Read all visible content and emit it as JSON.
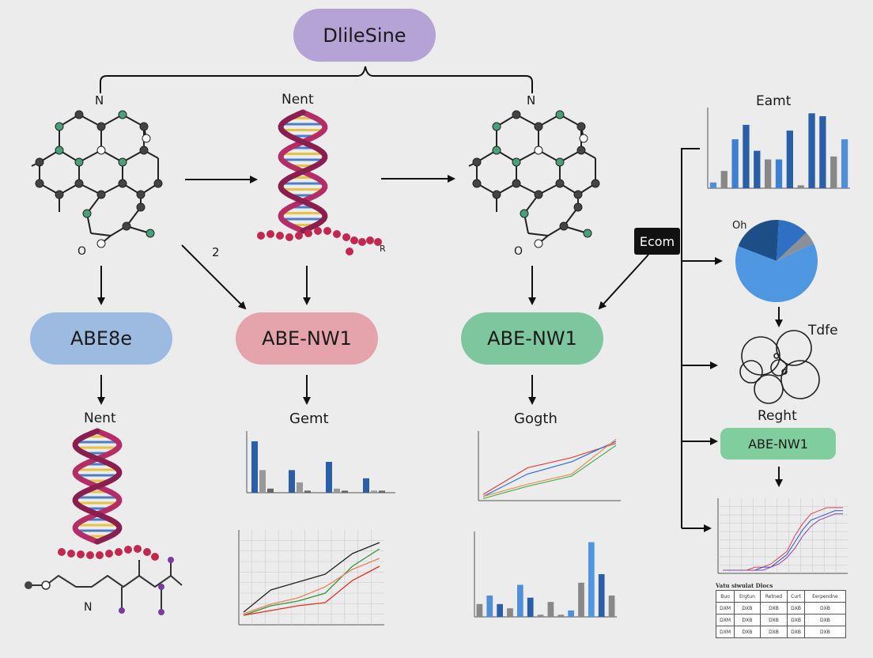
{
  "top": {
    "label": "DlileSine",
    "color": "#b4a3d4"
  },
  "labels": {
    "n_left": "N",
    "n_right": "N",
    "nent_top": "Nent",
    "nent_bottom": "Nent",
    "two": "2",
    "r": "R",
    "o_left": "O",
    "o_right": "O",
    "n_bottom": "N",
    "gemt": "Gemt",
    "gogth": "Gogth",
    "eamt": "Eamt",
    "oh": "Oh",
    "tdfe": "Tdfe",
    "reght": "Reght"
  },
  "pills": {
    "abe8e": {
      "label": "ABE8e",
      "color": "#9dbbe0"
    },
    "abe_nw1_mid": {
      "label": "ABE-NW1",
      "color": "#e5a3ab"
    },
    "abe_nw1_right": {
      "label": "ABE-NW1",
      "color": "#7ec69e"
    },
    "abe_nw1_side": {
      "label": "ABE-NW1",
      "color": "#80cd9d"
    }
  },
  "ecom": "Ecom",
  "table": {
    "title": "Vatu siwulat Dlocs",
    "rows": [
      [
        "Buo",
        "Ergtun",
        "Retned",
        "Curt",
        "Eerpendne"
      ],
      [
        "DXM",
        "DXB",
        "DXB",
        "DXB",
        "DXB"
      ],
      [
        "DXM",
        "DXB",
        "DXB",
        "DXB",
        "DXB"
      ],
      [
        "DXM",
        "DXB",
        "DXB",
        "DXB",
        "DXB"
      ]
    ]
  },
  "chart_data": [
    {
      "type": "bar",
      "title": "Eamt",
      "values": [
        2,
        6,
        17,
        22,
        13,
        10,
        10,
        20,
        1,
        26,
        25,
        11,
        17
      ],
      "colors": [
        "#4f8fd6",
        "#888888",
        "#3d7fd0",
        "#2a5fa8",
        "#2a5fa8",
        "#888888",
        "#3d7fd0",
        "#2a5fa8",
        "#888888",
        "#2a5fa8",
        "#2a5fa8",
        "#888888",
        "#4f8fd6"
      ],
      "ylim": [
        0,
        28
      ]
    },
    {
      "type": "pie",
      "title": "Oh",
      "values": [
        20,
        12,
        5,
        63
      ],
      "colors": [
        "#1d4f86",
        "#2f6fc4",
        "#8a9096",
        "#4f97e0"
      ]
    },
    {
      "type": "bar",
      "title": "Gemt",
      "series": [
        {
          "values": [
            25,
            11,
            15,
            7
          ]
        },
        {
          "values": [
            11,
            5,
            2,
            1
          ]
        },
        {
          "values": [
            2,
            1,
            1,
            1
          ]
        }
      ],
      "ylim": [
        0,
        30
      ]
    },
    {
      "type": "line",
      "title": "Gogth",
      "series": [
        {
          "color": "#e0443a",
          "values": [
            3,
            16,
            21,
            28
          ]
        },
        {
          "color": "#2f6fd6",
          "values": [
            2,
            13,
            19,
            29
          ]
        },
        {
          "color": "#e89050",
          "values": [
            2,
            8,
            13,
            30
          ]
        },
        {
          "color": "#4caf50",
          "values": [
            1,
            7,
            12,
            27
          ]
        }
      ],
      "ylim": [
        0,
        34
      ]
    },
    {
      "type": "bar",
      "values": [
        6,
        10,
        6,
        4,
        15,
        9,
        1,
        7,
        1,
        3,
        16,
        35,
        20,
        10
      ],
      "colors": [
        "#888888",
        "#4f8fd6",
        "#2a5fa8",
        "#888888",
        "#4f8fd6",
        "#2a5fa8",
        "#888888",
        "#888888",
        "#888888",
        "#4f8fd6",
        "#888888",
        "#4f97e0",
        "#2a5fa8",
        "#888888"
      ],
      "ylim": [
        0,
        40
      ]
    },
    {
      "type": "line",
      "series": [
        {
          "color": "#222222",
          "values": [
            8,
            22,
            27,
            32,
            45,
            52
          ]
        },
        {
          "color": "#2f9a3a",
          "values": [
            6,
            12,
            15,
            20,
            37,
            48
          ]
        },
        {
          "color": "#f08060",
          "values": [
            7,
            13,
            17,
            24,
            35,
            42
          ]
        },
        {
          "color": "#e03020",
          "values": [
            6,
            9,
            12,
            14,
            28,
            37
          ]
        }
      ],
      "ylim": [
        0,
        60
      ]
    },
    {
      "type": "line",
      "series": [
        {
          "color": "#e04050",
          "values": [
            1,
            1,
            1,
            1,
            2,
            2,
            3,
            5,
            7,
            12,
            16,
            19,
            20,
            21,
            21,
            21
          ]
        },
        {
          "color": "#3050d0",
          "values": [
            1,
            1,
            1,
            1,
            1,
            2,
            2,
            4,
            6,
            10,
            14,
            17,
            18,
            19,
            20,
            20
          ]
        },
        {
          "color": "#8844aa",
          "values": [
            1,
            1,
            1,
            1,
            1,
            1,
            2,
            3,
            5,
            8,
            12,
            15,
            17,
            18,
            19,
            19
          ]
        }
      ],
      "ylim": [
        0,
        24
      ]
    }
  ]
}
